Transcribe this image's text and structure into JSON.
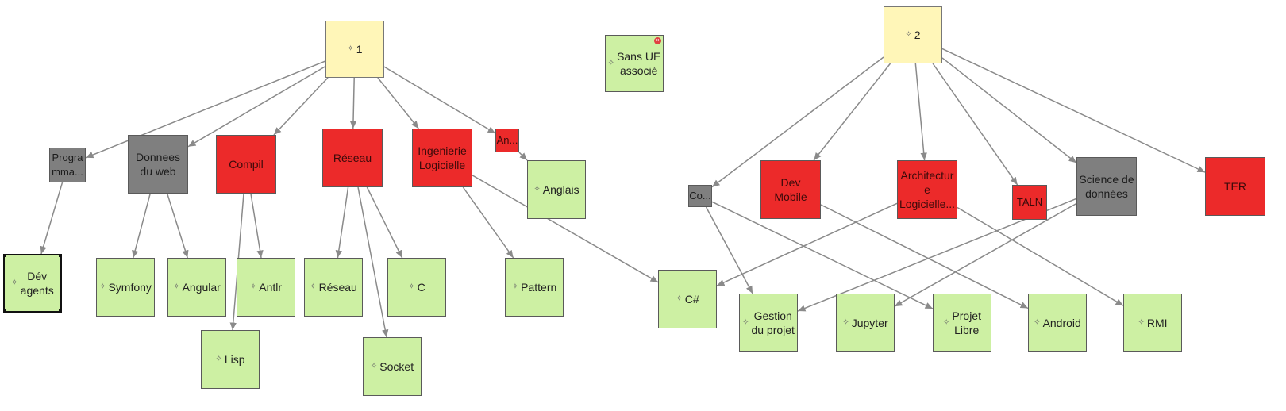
{
  "nodes": [
    {
      "id": "n1",
      "label": "1",
      "style": "root",
      "icon": "four-point-star-icon"
    },
    {
      "id": "n2",
      "label": "2",
      "style": "root",
      "icon": "four-point-star-icon"
    },
    {
      "id": "sansue",
      "label": "Sans UE\nassocié",
      "style": "leaf",
      "icon": "four-point-star-icon",
      "badge": "close-icon"
    },
    {
      "id": "progra",
      "label": "Progra\nmma...",
      "style": "ue-gray"
    },
    {
      "id": "donnees",
      "label": "Donnees\ndu web",
      "style": "ue-gray"
    },
    {
      "id": "compil",
      "label": "Compil",
      "style": "ue-red"
    },
    {
      "id": "reseau",
      "label": "Réseau",
      "style": "ue-red"
    },
    {
      "id": "ingenierie",
      "label": "Ingenierie\nLogicielle",
      "style": "ue-red"
    },
    {
      "id": "an",
      "label": "An...",
      "style": "ue-red"
    },
    {
      "id": "co",
      "label": "Co...",
      "style": "ue-gray"
    },
    {
      "id": "devmobile",
      "label": "Dev\nMobile",
      "style": "ue-red"
    },
    {
      "id": "archi",
      "label": "Architectur\ne\nLogicielle...",
      "style": "ue-red"
    },
    {
      "id": "taln",
      "label": "TALN",
      "style": "ue-red"
    },
    {
      "id": "science",
      "label": "Science de\ndonnées",
      "style": "ue-gray"
    },
    {
      "id": "ter",
      "label": "TER",
      "style": "ue-red"
    },
    {
      "id": "devagents",
      "label": "Dév\nagents",
      "style": "leaf",
      "icon": "four-point-star-icon",
      "selected": true
    },
    {
      "id": "symfony",
      "label": "Symfony",
      "style": "leaf",
      "icon": "four-point-star-icon"
    },
    {
      "id": "angular",
      "label": "Angular",
      "style": "leaf",
      "icon": "four-point-star-icon"
    },
    {
      "id": "antlr",
      "label": "Antlr",
      "style": "leaf",
      "icon": "four-point-star-icon"
    },
    {
      "id": "lisp",
      "label": "Lisp",
      "style": "leaf",
      "icon": "four-point-star-icon"
    },
    {
      "id": "reseau2",
      "label": "Réseau",
      "style": "leaf",
      "icon": "four-point-star-icon"
    },
    {
      "id": "c",
      "label": "C",
      "style": "leaf",
      "icon": "four-point-star-icon"
    },
    {
      "id": "socket",
      "label": "Socket",
      "style": "leaf",
      "icon": "four-point-star-icon"
    },
    {
      "id": "anglais",
      "label": "Anglais",
      "style": "leaf",
      "icon": "four-point-star-icon"
    },
    {
      "id": "pattern",
      "label": "Pattern",
      "style": "leaf",
      "icon": "four-point-star-icon"
    },
    {
      "id": "csharp",
      "label": "C#",
      "style": "leaf",
      "icon": "four-point-star-icon"
    },
    {
      "id": "gestion",
      "label": "Gestion\ndu projet",
      "style": "leaf",
      "icon": "four-point-star-icon"
    },
    {
      "id": "jupyter",
      "label": "Jupyter",
      "style": "leaf",
      "icon": "four-point-star-icon"
    },
    {
      "id": "projetlibre",
      "label": "Projet\nLibre",
      "style": "leaf",
      "icon": "four-point-star-icon"
    },
    {
      "id": "android",
      "label": "Android",
      "style": "leaf",
      "icon": "four-point-star-icon"
    },
    {
      "id": "rmi",
      "label": "RMI",
      "style": "leaf",
      "icon": "four-point-star-icon"
    }
  ],
  "edges": [
    [
      "n1",
      "progra"
    ],
    [
      "n1",
      "donnees"
    ],
    [
      "n1",
      "compil"
    ],
    [
      "n1",
      "reseau"
    ],
    [
      "n1",
      "ingenierie"
    ],
    [
      "n1",
      "an"
    ],
    [
      "progra",
      "devagents"
    ],
    [
      "donnees",
      "symfony"
    ],
    [
      "donnees",
      "angular"
    ],
    [
      "compil",
      "antlr"
    ],
    [
      "compil",
      "lisp"
    ],
    [
      "reseau",
      "reseau2"
    ],
    [
      "reseau",
      "c"
    ],
    [
      "reseau",
      "socket"
    ],
    [
      "ingenierie",
      "pattern"
    ],
    [
      "ingenierie",
      "csharp"
    ],
    [
      "an",
      "anglais"
    ],
    [
      "n2",
      "co"
    ],
    [
      "n2",
      "devmobile"
    ],
    [
      "n2",
      "archi"
    ],
    [
      "n2",
      "taln"
    ],
    [
      "n2",
      "science"
    ],
    [
      "n2",
      "ter"
    ],
    [
      "co",
      "gestion"
    ],
    [
      "co",
      "projetlibre"
    ],
    [
      "devmobile",
      "android"
    ],
    [
      "archi",
      "csharp"
    ],
    [
      "archi",
      "rmi"
    ],
    [
      "science",
      "gestion"
    ],
    [
      "science",
      "jupyter"
    ]
  ],
  "colors": {
    "root": "#fff6b8",
    "ue_red": "#ec2a2a",
    "ue_gray": "#7f7f7f",
    "leaf": "#cdf0a3",
    "edge": "#8a8a8a"
  }
}
